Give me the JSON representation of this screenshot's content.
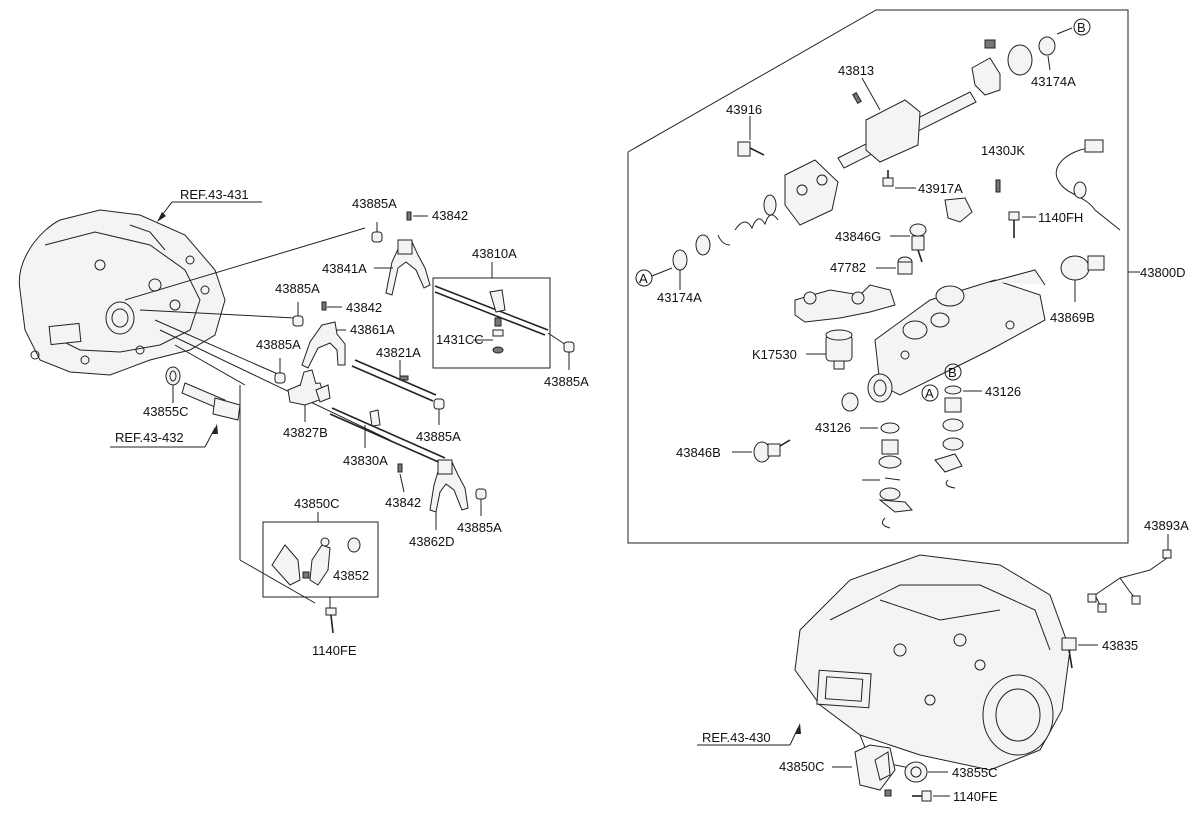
{
  "labels": {
    "ref_43431": "REF.43-431",
    "ref_43432": "REF.43-432",
    "ref_43430": "REF.43-430",
    "p43885A_1": "43885A",
    "p43842_1": "43842",
    "p43841A": "43841A",
    "p43810A": "43810A",
    "p43885A_2": "43885A",
    "p43842_2": "43842",
    "p43861A": "43861A",
    "p1431CC": "1431CC",
    "p43885A_3": "43885A",
    "p43821A": "43821A",
    "p43885A_4": "43885A",
    "p43855C_1": "43855C",
    "p43827B": "43827B",
    "p43885A_5": "43885A",
    "p43830A": "43830A",
    "p43842_3": "43842",
    "p43862D": "43862D",
    "p43885A_6": "43885A",
    "p43850C_1": "43850C",
    "p43852": "43852",
    "p1140FE_1": "1140FE",
    "p43813": "43813",
    "p43174A_1": "43174A",
    "p43916": "43916",
    "p1430JK": "1430JK",
    "p43917A": "43917A",
    "p1140FH": "1140FH",
    "p43846G": "43846G",
    "p47782": "47782",
    "p43800D": "43800D",
    "p43174A_2": "43174A",
    "p43869B": "43869B",
    "pK17530": "K17530",
    "p43126_1": "43126",
    "p43126_2": "43126",
    "p43846B": "43846B",
    "p43893A": "43893A",
    "p43835": "43835",
    "p43850C_2": "43850C",
    "p43855C_2": "43855C",
    "p1140FE_2": "1140FE",
    "circle_A": "A",
    "circle_B": "B"
  }
}
